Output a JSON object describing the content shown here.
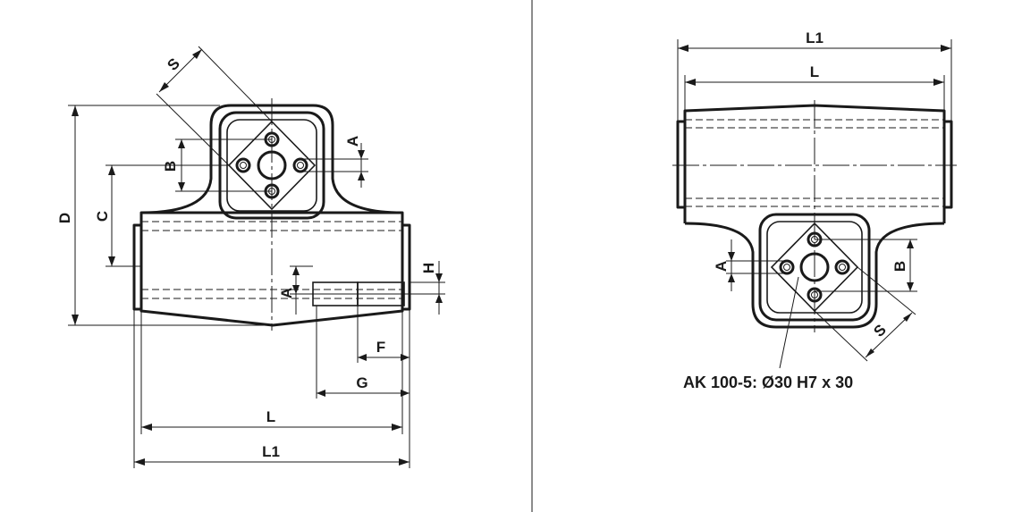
{
  "left_view": {
    "labels": {
      "S": "S",
      "A_top": "A",
      "B": "B",
      "C": "C",
      "D": "D",
      "H": "H",
      "A_side": "A",
      "F": "F",
      "G": "G",
      "L": "L",
      "L1": "L1"
    }
  },
  "right_view": {
    "labels": {
      "L1": "L1",
      "L": "L",
      "A": "A",
      "B": "B",
      "S": "S"
    },
    "caption": "AK 100-5: Ø30 H7 x 30"
  }
}
